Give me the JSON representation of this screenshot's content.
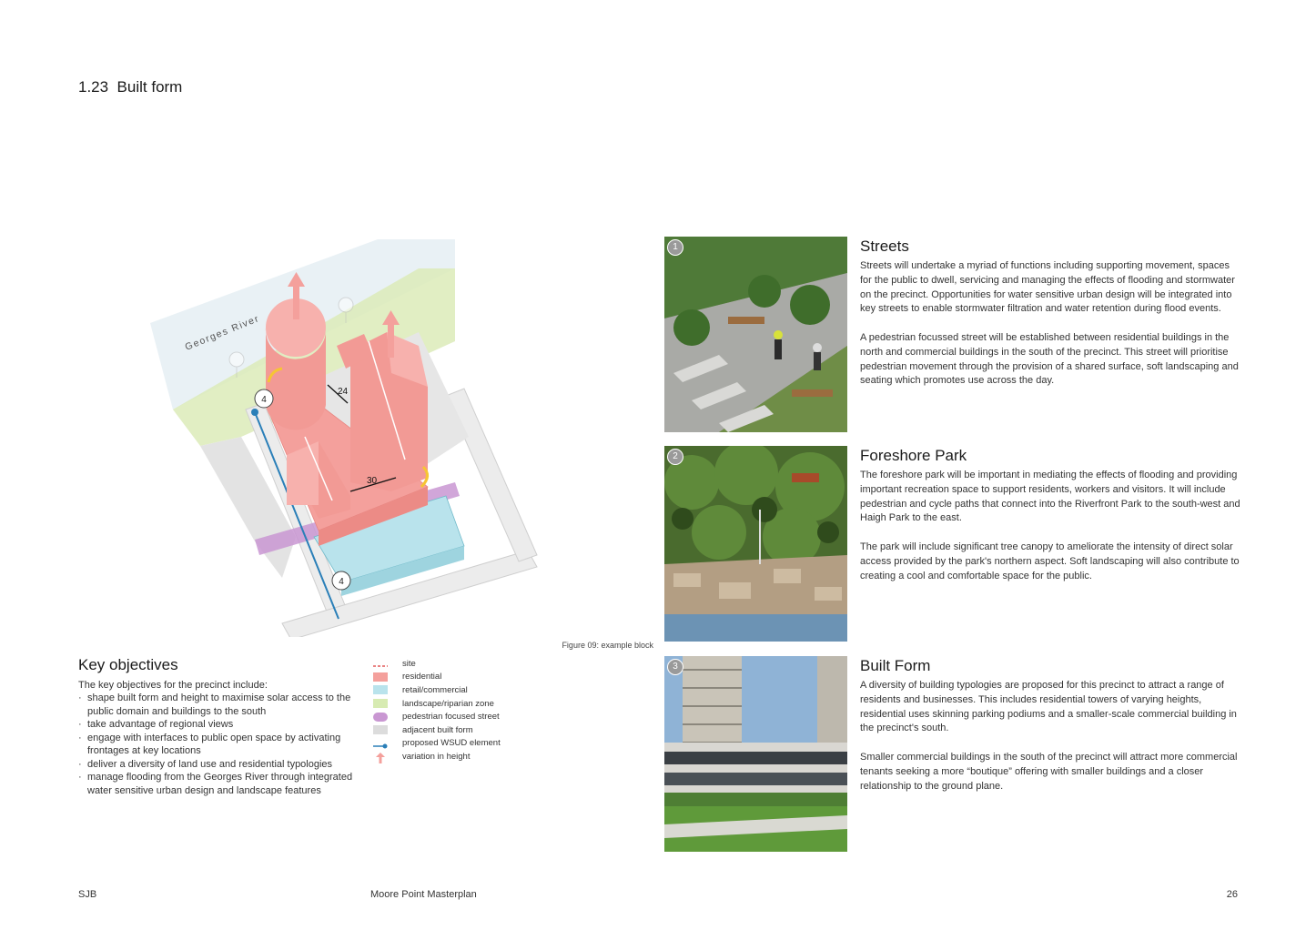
{
  "page": {
    "section_number": "1.23",
    "title": "Built form"
  },
  "diagram": {
    "river_label": "Georges River",
    "dimension_24": "24",
    "dimension_30": "30",
    "marker_top": "4",
    "marker_bottom": "4",
    "caption": "Figure 09: example block"
  },
  "key_objectives": {
    "heading": "Key objectives",
    "intro": "The key objectives for the precinct include:",
    "items": [
      "shape built form and height to maximise solar access to the public domain and buildings to the south",
      "take advantage of regional views",
      "engage with interfaces to public open space by activating frontages at key locations",
      "deliver a diversity of land use and residential typologies",
      "manage flooding from the Georges River through integrated water sensitive urban design and landscape features"
    ]
  },
  "legend": {
    "items": [
      {
        "label": "site",
        "color": "#e25a5a",
        "icon": "dashed-line"
      },
      {
        "label": "residential",
        "color": "#f4a09c",
        "icon": "swatch"
      },
      {
        "label": "retail/commercial",
        "color": "#b9e3ec",
        "icon": "swatch"
      },
      {
        "label": "landscape/riparian zone",
        "color": "#d7ebb2",
        "icon": "swatch"
      },
      {
        "label": "pedestrian focused street",
        "color": "#c997d2",
        "icon": "pill"
      },
      {
        "label": "adjacent built form",
        "color": "#dcdcdc",
        "icon": "swatch"
      },
      {
        "label": "proposed WSUD element",
        "color": "#2a7fb8",
        "icon": "line-dot"
      },
      {
        "label": "variation in height",
        "color": "#f4a09c",
        "icon": "arrow-up"
      }
    ]
  },
  "sections": [
    {
      "number": "1",
      "title": "Streets",
      "paragraphs": [
        "Streets will undertake a myriad of functions including supporting movement, spaces for the public to dwell, servicing and managing the effects of flooding and stormwater on the precinct. Opportunities for water sensitive urban design will be integrated into key streets to enable stormwater filtration and water retention during flood events.",
        "A pedestrian focussed street will be established between residential buildings in the north and commercial buildings in the south of the precinct. This street will prioritise pedestrian movement through the provision of a shared surface, soft landscaping and seating which promotes use across the day."
      ]
    },
    {
      "number": "2",
      "title": "Foreshore Park",
      "paragraphs": [
        "The foreshore park will be important in mediating the effects of flooding and providing important recreation space to support residents, workers and visitors. It will include pedestrian and cycle paths that connect into the Riverfront Park to the south-west and Haigh Park to the east.",
        "The park will include significant tree canopy to ameliorate the intensity of direct solar access provided by the park's northern aspect. Soft landscaping will also contribute to creating a cool and comfortable space for the public."
      ]
    },
    {
      "number": "3",
      "title": "Built Form",
      "paragraphs": [
        "A diversity of building typologies are proposed for this precinct to attract a range of residents and businesses. This includes residential towers of varying heights, residential uses skinning parking podiums and a smaller-scale commercial building in the precinct's south.",
        "Smaller commercial buildings in the south of the precinct will attract more commercial tenants seeking a more “boutique” offering with smaller buildings and a closer relationship to the ground plane."
      ]
    }
  ],
  "footer": {
    "left": "SJB",
    "center": "Moore Point Masterplan",
    "page_number": "26"
  }
}
